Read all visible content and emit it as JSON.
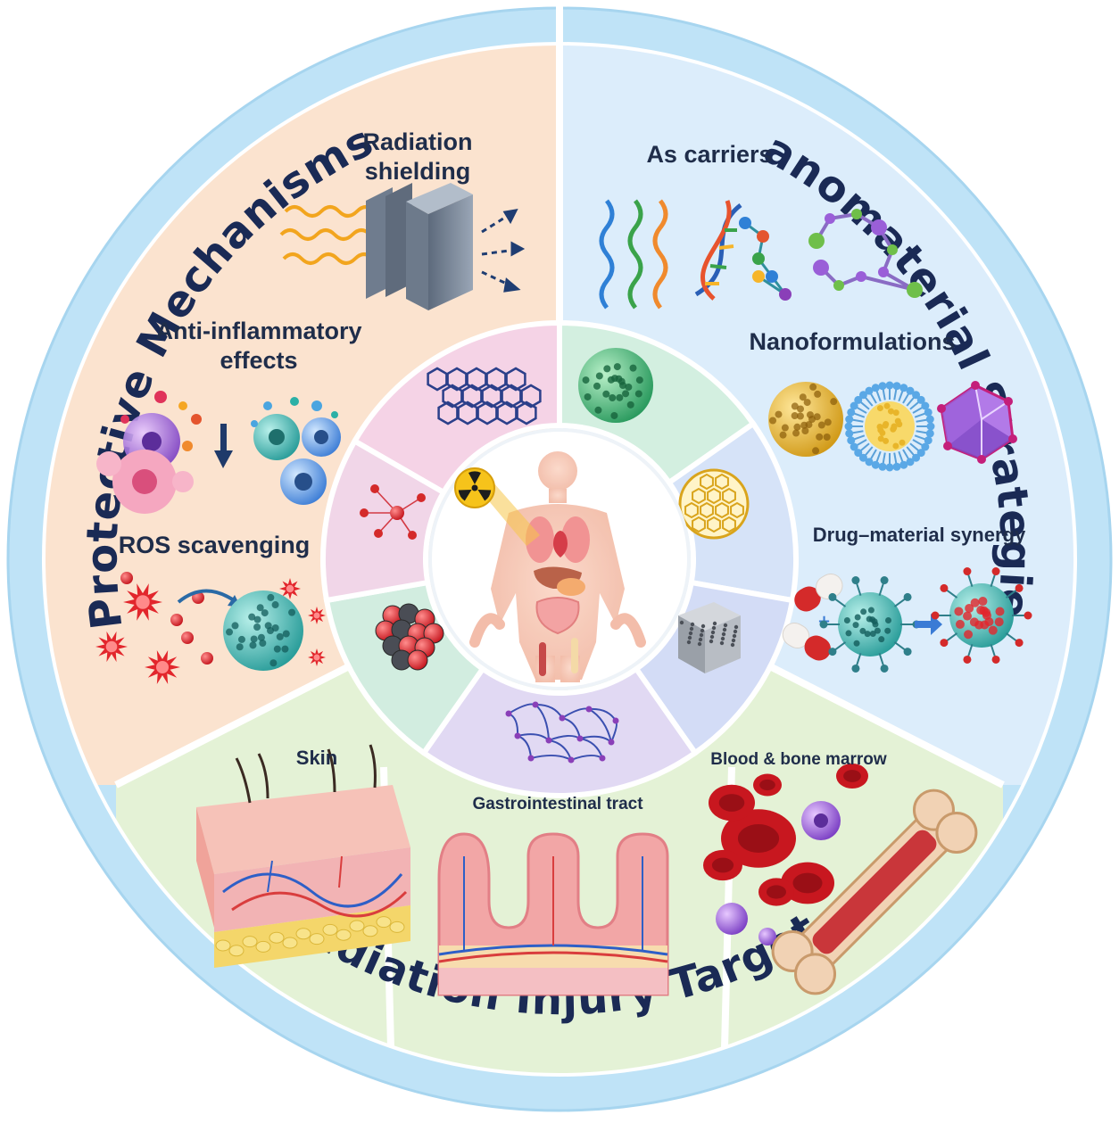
{
  "ring_titles": {
    "left": "Protective Mechanisms",
    "right": "Nanomaterial Strategies",
    "bottom": "Radiation Injury Targets"
  },
  "mechanisms": {
    "radiation_shielding": "Radiation\nshielding",
    "anti_inflammatory": "Anti-inflammatory\neffects",
    "ros_scavenging": "ROS scavenging"
  },
  "strategies": {
    "as_carriers": "As carriers",
    "nanoformulations": "Nanoformulations",
    "drug_material_synergy": "Drug–material synergy"
  },
  "targets": {
    "skin": "Skin",
    "gi_tract": "Gastrointestinal tract",
    "blood_bone_marrow": "Blood & bone marrow"
  },
  "colors": {
    "outer_ring": "#bfe3f7",
    "mechanisms_panel": "#fbe3cf",
    "strategies_panel": "#dcedfb",
    "targets_panel": "#e4f2d6",
    "title_text": "#1a2a55"
  },
  "icons": [
    "radiation-icon",
    "shield-plates-icon",
    "dna-icon",
    "nanoparticle-icon",
    "fullerene-icon",
    "graphene-icon",
    "capsule-icon",
    "red-blood-cell-icon",
    "bone-icon"
  ]
}
